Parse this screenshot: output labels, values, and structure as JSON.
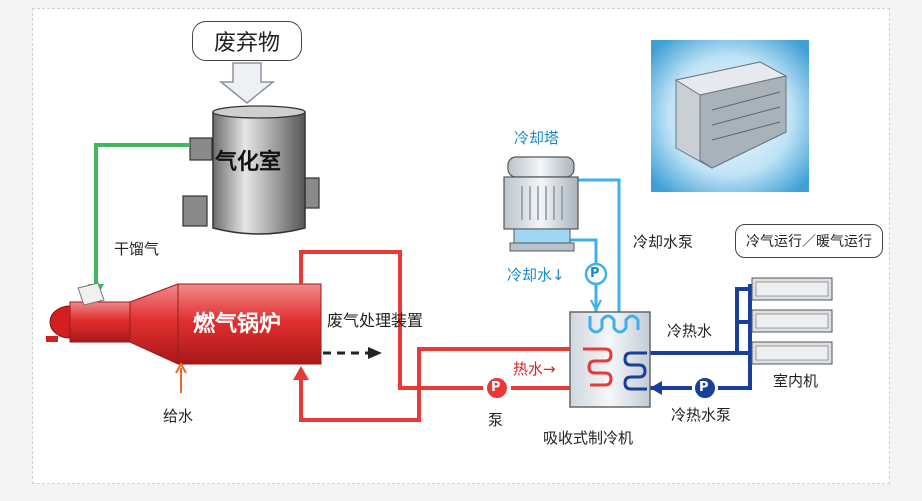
{
  "diagram": {
    "waste_label": "废弃物",
    "gasifier_label": "气化室",
    "dry_gas_label": "干馏气",
    "boiler_label": "燃气锅炉",
    "feedwater_label": "给水",
    "exhaust_label": "废气处理装置",
    "pump_label": "泵",
    "hot_water_label": "热水→",
    "chiller_label": "吸收式制冷机",
    "cooling_tower_label": "冷却塔",
    "cooling_water_label": "冷却水↓",
    "cooling_pump_label": "冷却水泵",
    "chilled_water_label": "冷热水",
    "chilled_pump_label": "冷热水泵",
    "indoor_unit_label": "室内机",
    "mode_label": "冷气运行／暖气运行",
    "pump_symbol": "P",
    "colors": {
      "hot_water": "#e83838",
      "dry_gas": "#3cba5c",
      "cooling_water": "#3fb0ea",
      "chilled_water": "#1a3f9a"
    }
  }
}
